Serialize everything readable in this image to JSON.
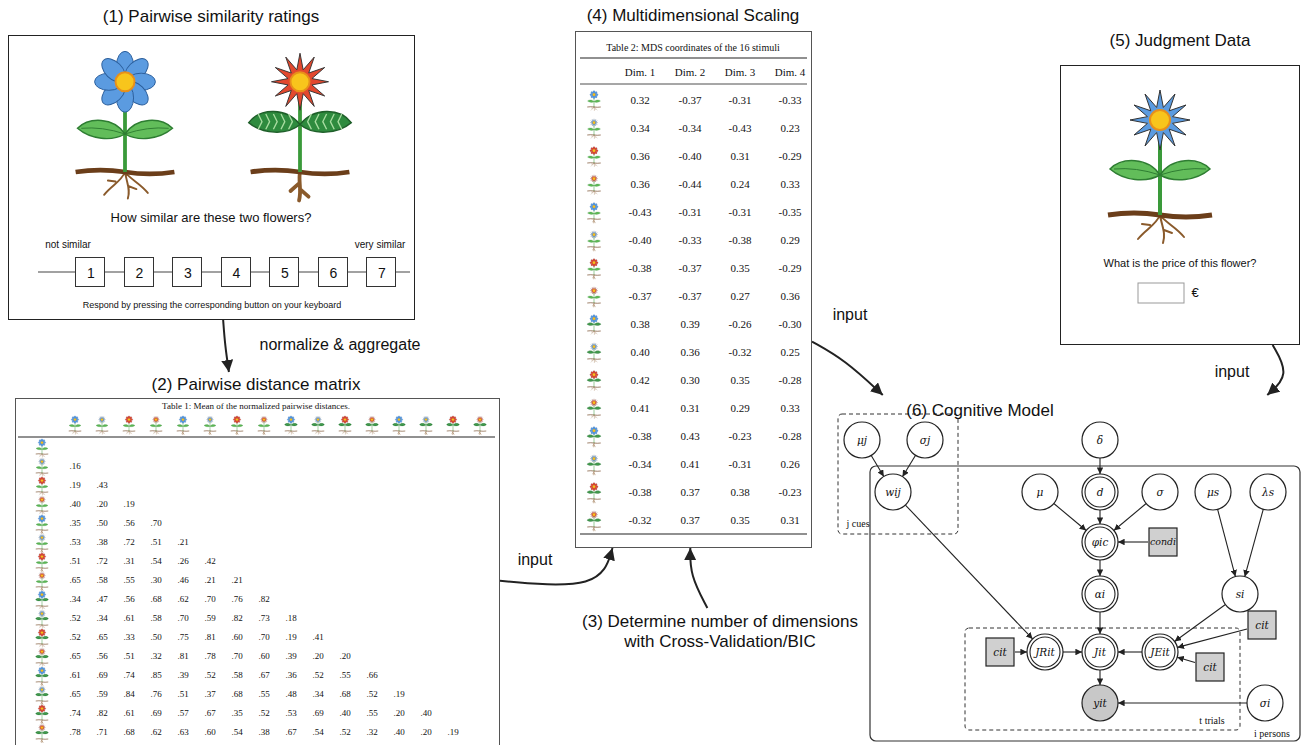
{
  "diagram": {
    "nodes": [
      {
        "text": [
          "(1) Pairwise similarity ratings",
          "How similar are these two flowers?",
          "not similar",
          "very similar",
          "Respond by pressing the corresponding button on your keyboard"
        ]
      },
      {
        "text": [
          "1"
        ],
        "in": 0
      },
      {
        "text": [
          "2"
        ],
        "in": 0
      },
      {
        "text": [
          "3"
        ],
        "in": 0
      },
      {
        "text": [
          "4"
        ],
        "in": 0
      },
      {
        "text": [
          "5"
        ],
        "in": 0
      },
      {
        "text": [
          "6"
        ],
        "in": 0
      },
      {
        "text": [
          "7"
        ],
        "in": 0
      },
      {
        "text": [
          "(4) Multidimensional Scaling",
          "Table 2: MDS coordinates of the 16 stimuli"
        ]
      },
      {
        "text": [
          "(5) Judgment Data",
          "What is the price of this flower?",
          "€"
        ]
      },
      {
        "text": [
          "(2) Pairwise distance matrix",
          "Table 1: Mean of the normalized pairwise distances."
        ]
      },
      {
        "text": [
          "(3) Determine number of dimensions with Cross-Validation/BIC"
        ]
      },
      {
        "text": [
          "(6) Cognitive Model"
        ]
      },
      {
        "text": [
          "μj"
        ],
        "in": 12
      },
      {
        "text": [
          "σj"
        ],
        "in": 12
      },
      {
        "text": [
          "wij"
        ],
        "in": 12
      },
      {
        "text": [
          "δ"
        ],
        "in": 12
      },
      {
        "text": [
          "μ"
        ],
        "in": 12
      },
      {
        "text": [
          "d"
        ],
        "in": 12
      },
      {
        "text": [
          "σ"
        ],
        "in": 12
      },
      {
        "text": [
          "μs"
        ],
        "in": 12
      },
      {
        "text": [
          "λs"
        ],
        "in": 12
      },
      {
        "text": [
          "φic"
        ],
        "in": 12
      },
      {
        "text": [
          "condi"
        ],
        "in": 12
      },
      {
        "text": [
          "αi"
        ],
        "in": 12
      },
      {
        "text": [
          "si"
        ],
        "in": 12
      },
      {
        "text": [
          "cit"
        ],
        "in": 12
      },
      {
        "text": [
          "cit"
        ],
        "in": 12
      },
      {
        "text": [
          "JRit"
        ],
        "in": 12
      },
      {
        "text": [
          "Jit"
        ],
        "in": 12
      },
      {
        "text": [
          "JEit"
        ],
        "in": 12
      },
      {
        "text": [
          "cit"
        ],
        "in": 12
      },
      {
        "text": [
          "yit"
        ],
        "in": 12
      },
      {
        "text": [
          "σi"
        ],
        "in": 12
      }
    ],
    "edges": [
      {
        "from": 0,
        "to": 10,
        "label": "normalize & aggregate",
        "arrow": "to"
      },
      {
        "from": 10,
        "to": 8,
        "label": "input",
        "arrow": "to"
      },
      {
        "from": 11,
        "to": 8,
        "arrow": "to"
      },
      {
        "from": 8,
        "to": 12,
        "label": "input",
        "arrow": "to"
      },
      {
        "from": 9,
        "to": 12,
        "label": "input",
        "arrow": "to"
      },
      {
        "from": 13,
        "to": 15,
        "arrow": "to"
      },
      {
        "from": 14,
        "to": 15,
        "arrow": "to"
      },
      {
        "from": 16,
        "to": 18,
        "arrow": "to"
      },
      {
        "from": 17,
        "to": 22,
        "arrow": "to"
      },
      {
        "from": 18,
        "to": 22,
        "arrow": "to"
      },
      {
        "from": 19,
        "to": 22,
        "arrow": "to"
      },
      {
        "from": 23,
        "to": 22,
        "arrow": "to"
      },
      {
        "from": 22,
        "to": 24,
        "arrow": "to"
      },
      {
        "from": 20,
        "to": 25,
        "arrow": "to"
      },
      {
        "from": 21,
        "to": 25,
        "arrow": "to"
      },
      {
        "from": 15,
        "to": 28,
        "arrow": "to"
      },
      {
        "from": 27,
        "to": 28,
        "arrow": "to"
      },
      {
        "from": 28,
        "to": 29,
        "arrow": "to"
      },
      {
        "from": 24,
        "to": 29,
        "arrow": "to"
      },
      {
        "from": 30,
        "to": 29,
        "arrow": "to"
      },
      {
        "from": 25,
        "to": 30,
        "arrow": "to"
      },
      {
        "from": 26,
        "to": 30,
        "arrow": "to"
      },
      {
        "from": 31,
        "to": 30,
        "arrow": "to"
      },
      {
        "from": 29,
        "to": 32,
        "arrow": "to"
      },
      {
        "from": 33,
        "to": 32,
        "arrow": "to"
      }
    ],
    "labels": [
      "Dim. 1",
      "Dim. 2",
      "Dim. 3",
      "Dim. 4",
      "0.32",
      "-0.37",
      "-0.31",
      "-0.33",
      "0.34",
      "-0.34",
      "-0.43",
      "0.23",
      "0.36",
      "-0.40",
      "0.31",
      "-0.29",
      "0.36",
      "-0.44",
      "0.24",
      "0.33",
      "-0.43",
      "-0.31",
      "-0.31",
      "-0.35",
      "-0.40",
      "-0.33",
      "-0.38",
      "0.29",
      "-0.38",
      "-0.37",
      "0.35",
      "-0.29",
      "-0.37",
      "-0.37",
      "0.27",
      "0.36",
      "0.38",
      "0.39",
      "-0.26",
      "-0.30",
      "0.40",
      "0.36",
      "-0.32",
      "0.25",
      "0.42",
      "0.30",
      "0.35",
      "-0.28",
      "0.41",
      "0.31",
      "0.29",
      "0.33",
      "-0.38",
      "0.43",
      "-0.23",
      "-0.28",
      "-0.34",
      "0.41",
      "-0.31",
      "0.26",
      "-0.38",
      "0.37",
      "0.38",
      "-0.23",
      "-0.32",
      "0.37",
      "0.35",
      "0.31",
      ".16",
      ".19",
      ".43",
      ".40",
      ".20",
      ".19",
      ".35",
      ".50",
      ".56",
      ".70",
      ".53",
      ".38",
      ".72",
      ".51",
      ".21",
      ".51",
      ".72",
      ".31",
      ".54",
      ".26",
      ".42",
      ".65",
      ".58",
      ".55",
      ".30",
      ".46",
      ".21",
      ".21",
      ".34",
      ".47",
      ".56",
      ".68",
      ".62",
      ".70",
      ".76",
      ".82",
      ".52",
      ".34",
      ".61",
      ".58",
      ".70",
      ".59",
      ".82",
      ".73",
      ".18",
      ".52",
      ".65",
      ".33",
      ".50",
      ".75",
      ".81",
      ".60",
      ".70",
      ".19",
      ".41",
      ".65",
      ".56",
      ".51",
      ".32",
      ".81",
      ".78",
      ".70",
      ".60",
      ".39",
      ".20",
      ".20",
      ".61",
      ".69",
      ".74",
      ".85",
      ".39",
      ".52",
      ".58",
      ".67",
      ".36",
      ".52",
      ".55",
      ".66",
      ".65",
      ".59",
      ".84",
      ".76",
      ".51",
      ".37",
      ".68",
      ".55",
      ".48",
      ".34",
      ".68",
      ".52",
      ".19",
      ".74",
      ".82",
      ".61",
      ".69",
      ".57",
      ".67",
      ".35",
      ".52",
      ".53",
      ".69",
      ".40",
      ".55",
      ".20",
      ".40",
      ".78",
      ".71",
      ".68",
      ".62",
      ".63",
      ".60",
      ".54",
      ".38",
      ".67",
      ".54",
      ".52",
      ".32",
      ".40",
      ".20",
      ".19",
      "j cues",
      "t trials",
      "i persons"
    ]
  }
}
